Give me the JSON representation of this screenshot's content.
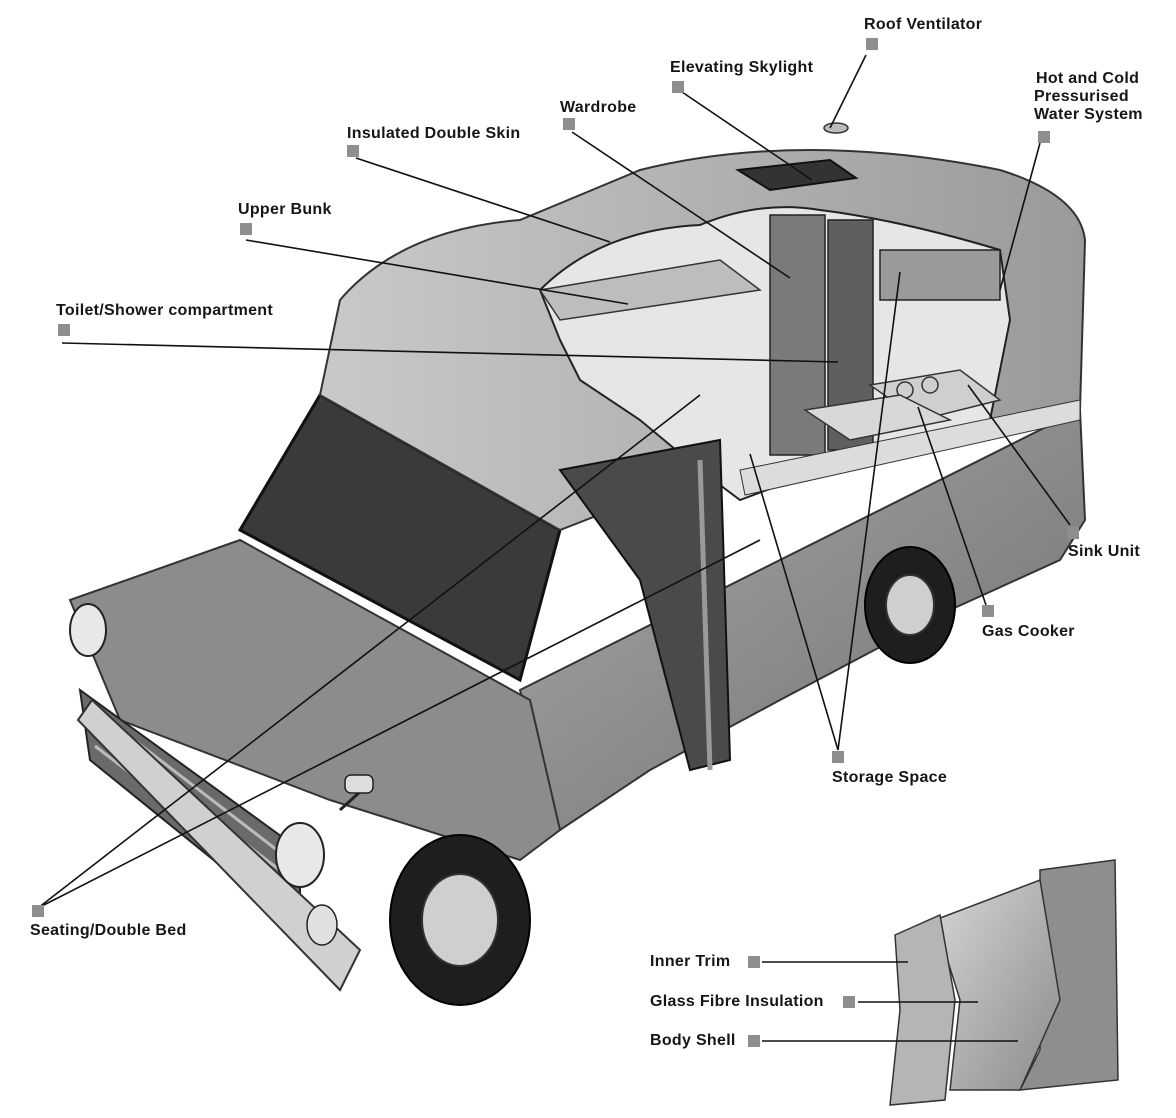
{
  "colors": {
    "marker": "#8e8e8e",
    "ink": "#161616",
    "body": "#8a8a8a",
    "roof": "#b5b5b5"
  },
  "labels": {
    "roof_ventilator": "Roof Ventilator",
    "elevating_skylight": "Elevating Skylight",
    "hot_cold_water_1": "Hot and Cold",
    "hot_cold_water_2": "Pressurised",
    "hot_cold_water_3": "Water System",
    "wardrobe": "Wardrobe",
    "insulated_double_skin": "Insulated Double Skin",
    "upper_bunk": "Upper Bunk",
    "toilet_shower": "Toilet/Shower compartment",
    "sink_unit": "Sink Unit",
    "gas_cooker": "Gas Cooker",
    "storage_space": "Storage Space",
    "seating_double_bed": "Seating/Double Bed",
    "inner_trim": "Inner Trim",
    "glass_fibre_insulation": "Glass Fibre Insulation",
    "body_shell": "Body Shell"
  }
}
